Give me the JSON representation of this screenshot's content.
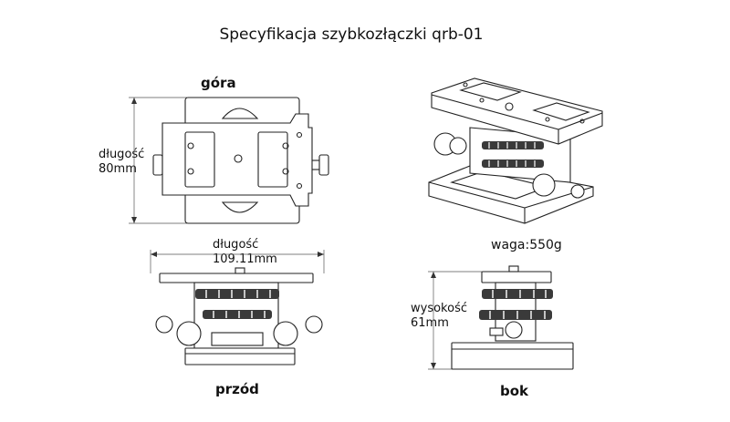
{
  "title": "Specyfikacja szybkozłączki qrb-01",
  "views": {
    "top": {
      "label": "góra",
      "dim_label": "długość",
      "dim_value": "80mm"
    },
    "front": {
      "label": "przód",
      "dim_label": "długość",
      "dim_value": "109.11mm"
    },
    "side": {
      "label": "bok",
      "dim_label": "wysokość",
      "dim_value": "61mm"
    },
    "iso": {
      "weight": "waga:550g"
    }
  }
}
